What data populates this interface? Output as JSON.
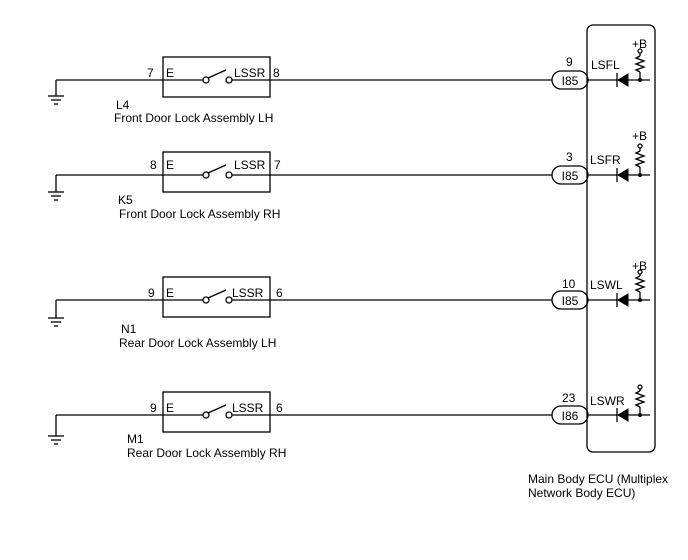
{
  "circuits": [
    {
      "code": "L4",
      "name": "Front Door Lock Assembly LH",
      "left_pin": "7",
      "right_pin": "8",
      "switch_left_label": "E",
      "switch_right_label": "LSSR",
      "ecu_pin": "9",
      "connector": "I85",
      "signal": "LSFL",
      "supply": "+B"
    },
    {
      "code": "K5",
      "name": "Front Door Lock Assembly RH",
      "left_pin": "8",
      "right_pin": "7",
      "switch_left_label": "E",
      "switch_right_label": "LSSR",
      "ecu_pin": "3",
      "connector": "I85",
      "signal": "LSFR",
      "supply": "+B"
    },
    {
      "code": "N1",
      "name": "Rear Door Lock Assembly LH",
      "left_pin": "9",
      "right_pin": "6",
      "switch_left_label": "E",
      "switch_right_label": "LSSR",
      "ecu_pin": "10",
      "connector": "I85",
      "signal": "LSWL",
      "supply": "+B"
    },
    {
      "code": "M1",
      "name": "Rear Door Lock Assembly RH",
      "left_pin": "9",
      "right_pin": "6",
      "switch_left_label": "E",
      "switch_right_label": "LSSR",
      "ecu_pin": "23",
      "connector": "I86",
      "signal": "LSWR",
      "supply": ""
    }
  ],
  "ecu": {
    "name_line1": "Main Body ECU (Multiplex",
    "name_line2": "Network Body ECU)"
  }
}
